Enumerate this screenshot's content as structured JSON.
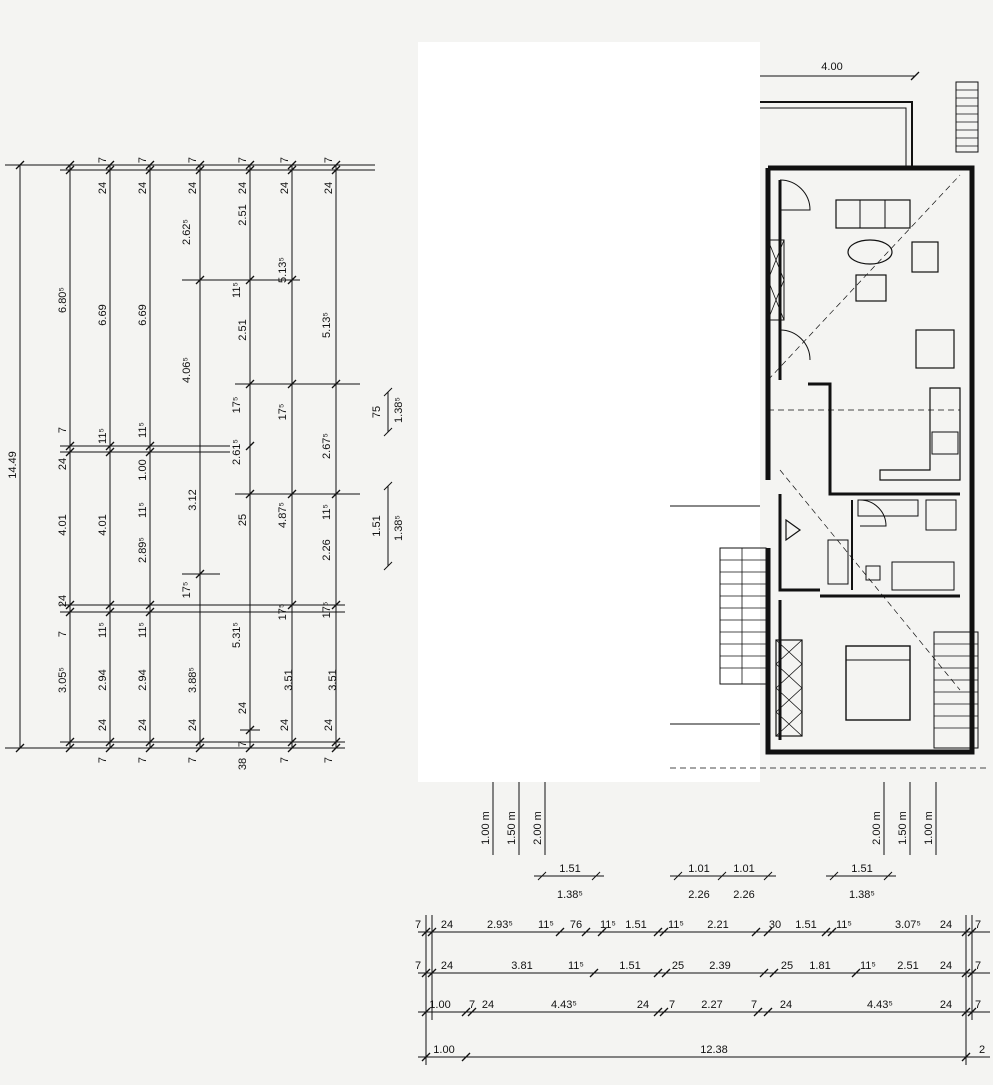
{
  "left_chains": [
    {
      "labels": [
        "14.49"
      ]
    },
    {
      "labels": [
        "6.80⁵",
        "11⁵",
        "7",
        "24",
        "4.01",
        "24",
        "7",
        "3.05⁵"
      ]
    },
    {
      "labels": [
        "6.69",
        "4.01",
        "11⁵",
        "2.94"
      ]
    },
    {
      "labels": [
        "6.69",
        "11⁵",
        "1.00",
        "2.89⁵",
        "11⁵",
        "11⁵",
        "2.94"
      ]
    },
    {
      "labels": [
        "2.62⁵",
        "4.06⁵",
        "3.12",
        "17⁵",
        "3.88⁵"
      ]
    },
    {
      "labels": [
        "2.51",
        "11⁵",
        "2.51",
        "17⁵",
        "2.61⁵",
        "25",
        "5.31⁵",
        "7",
        "38"
      ]
    },
    {
      "labels": [
        "5.13⁵",
        "17⁵",
        "4.87⁵",
        "17⁵",
        "3.51"
      ]
    },
    {
      "labels": [
        "5.13⁵",
        "2.67⁵",
        "11⁵",
        "2.26",
        "17⁵",
        "3.51"
      ]
    }
  ],
  "chain_end_labels": {
    "top_24": "24",
    "top_7": "7",
    "bottom_24": "24",
    "bottom_7": "7"
  },
  "window_dims_left": {
    "upper": [
      "75",
      "1.38⁵"
    ],
    "lower": [
      "1.51",
      "1.38⁵"
    ]
  },
  "top_dim": "4.00",
  "window_heights": {
    "left": [
      "1.00 m",
      "1.50 m",
      "2.00 m"
    ],
    "right": [
      "2.00 m",
      "1.50 m",
      "1.00 m"
    ]
  },
  "window_groups": [
    {
      "width": "1.51",
      "height": "1.38⁵"
    },
    {
      "width": "1.01",
      "height": "2.26"
    },
    {
      "width": "1.01",
      "height": "2.26"
    },
    {
      "width": "1.51",
      "height": "1.38⁵"
    }
  ],
  "bottom_chains": {
    "row1": [
      "7",
      "24",
      "2.93⁵",
      "11⁵",
      "76",
      "11⁵",
      "1.51",
      "11⁵",
      "2.21",
      "30",
      "1.51",
      "11⁵",
      "3.07⁵",
      "24",
      "7"
    ],
    "row2": [
      "7",
      "24",
      "3.81",
      "11⁵",
      "1.51",
      "25",
      "2.39",
      "25",
      "1.81",
      "11⁵",
      "2.51",
      "24",
      "7"
    ],
    "row3": [
      "1.00",
      "7",
      "24",
      "4.43⁵",
      "24",
      "7",
      "2.27",
      "7",
      "24",
      "4.43⁵",
      "24",
      "7"
    ],
    "row4": [
      "1.00",
      "12.38",
      "2"
    ]
  }
}
